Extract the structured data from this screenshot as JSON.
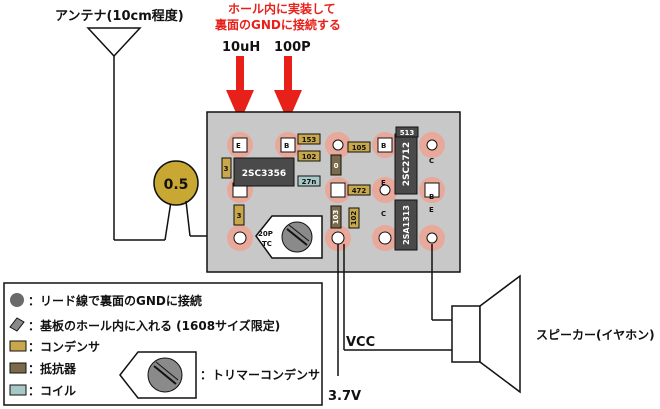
{
  "labels": {
    "antenna": "アンテナ(10cm程度)",
    "note_line1": "ホール内に実装して",
    "note_line2": "裏面のGNDに接続する",
    "inductor": "10uH",
    "capacitor": "100P",
    "resistor_value": "0.5",
    "vcc": "VCC",
    "battery": "3.7V",
    "speaker": "スピーカー(イヤホン)"
  },
  "board": {
    "ic_q1": "2SC3356",
    "ic_q2": "2SC2712",
    "ic_q3": "2SA1313",
    "trimmer_line1": "20P",
    "trimmer_line2": "TC",
    "parts": {
      "p153": "153",
      "p102a": "102",
      "p105": "105",
      "p513": "513",
      "p27n": "27n",
      "p472": "472",
      "p3a": "3",
      "p3b": "3",
      "p102b": "102",
      "p103": "103",
      "p0": "0"
    },
    "pins": {
      "e1": "E",
      "b1": "B",
      "b2": "B",
      "c1": "C",
      "e2": "E",
      "c2": "C",
      "b3": "B",
      "e3": "E"
    }
  },
  "legend": {
    "item1": "：リード線で裏面のGNDに接続",
    "item2": "：基板のホール内に入れる (1608サイズ限定)",
    "item3": "：コンデンサ",
    "item4": "：抵抗器",
    "item5": "：コイル",
    "item6": "：トリマーコンデンサ"
  },
  "colors": {
    "board": "#c8c8c8",
    "pad": "#e8a89a",
    "ic": "#4a4a4a",
    "capacitor": "#c8a84a",
    "resistor": "#7a6a4a",
    "coil": "#a8c8c8",
    "arrow": "#e8201a",
    "trimmer": "#c8a832"
  }
}
